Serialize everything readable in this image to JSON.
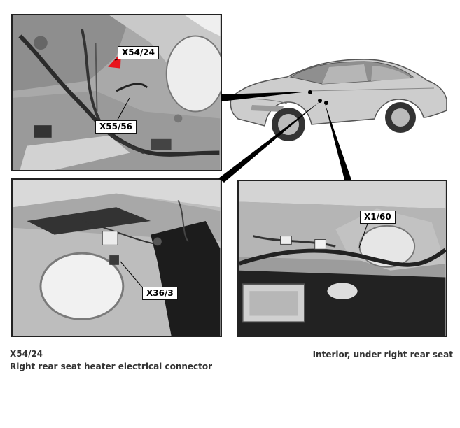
{
  "callouts": {
    "top_connector": "X54/24",
    "top_harness": "X55/56",
    "left_connector": "X36/3",
    "right_connector": "X1/60"
  },
  "caption": {
    "code": "X54/24",
    "description": "Right rear seat heater electrical connector",
    "location": "Interior, under right rear seat"
  },
  "colors": {
    "pointer": "#e8141c",
    "line": "#000000"
  }
}
